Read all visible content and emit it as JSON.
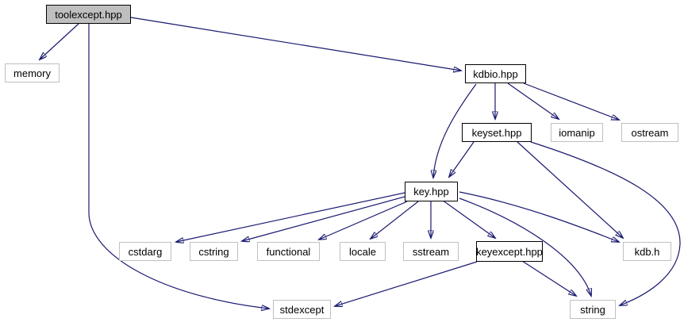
{
  "nodes": {
    "toolexcept": {
      "label": "toolexcept.hpp",
      "kind": "root"
    },
    "memory": {
      "label": "memory",
      "kind": "external"
    },
    "kdbio": {
      "label": "kdbio.hpp",
      "kind": "internal"
    },
    "keyset": {
      "label": "keyset.hpp",
      "kind": "internal"
    },
    "iomanip": {
      "label": "iomanip",
      "kind": "external"
    },
    "ostream": {
      "label": "ostream",
      "kind": "external"
    },
    "key": {
      "label": "key.hpp",
      "kind": "internal"
    },
    "cstdarg": {
      "label": "cstdarg",
      "kind": "external"
    },
    "cstring": {
      "label": "cstring",
      "kind": "external"
    },
    "functional": {
      "label": "functional",
      "kind": "external"
    },
    "locale": {
      "label": "locale",
      "kind": "external"
    },
    "sstream": {
      "label": "sstream",
      "kind": "external"
    },
    "keyexcept": {
      "label": "keyexcept.hpp",
      "kind": "internal"
    },
    "kdb_h": {
      "label": "kdb.h",
      "kind": "external"
    },
    "stdexcept": {
      "label": "stdexcept",
      "kind": "external"
    },
    "string": {
      "label": "string",
      "kind": "external"
    }
  },
  "edges": [
    {
      "from": "toolexcept",
      "to": "memory"
    },
    {
      "from": "toolexcept",
      "to": "kdbio"
    },
    {
      "from": "toolexcept",
      "to": "stdexcept"
    },
    {
      "from": "kdbio",
      "to": "keyset"
    },
    {
      "from": "kdbio",
      "to": "key"
    },
    {
      "from": "kdbio",
      "to": "iomanip"
    },
    {
      "from": "kdbio",
      "to": "ostream"
    },
    {
      "from": "keyset",
      "to": "key"
    },
    {
      "from": "keyset",
      "to": "kdb_h"
    },
    {
      "from": "keyset",
      "to": "string"
    },
    {
      "from": "key",
      "to": "cstdarg"
    },
    {
      "from": "key",
      "to": "cstring"
    },
    {
      "from": "key",
      "to": "functional"
    },
    {
      "from": "key",
      "to": "locale"
    },
    {
      "from": "key",
      "to": "sstream"
    },
    {
      "from": "key",
      "to": "keyexcept"
    },
    {
      "from": "key",
      "to": "kdb_h"
    },
    {
      "from": "key",
      "to": "string"
    },
    {
      "from": "keyexcept",
      "to": "stdexcept"
    },
    {
      "from": "keyexcept",
      "to": "string"
    }
  ],
  "colors": {
    "edge": "#191970",
    "root_fill": "#bfbfbf",
    "internal_border": "#000000",
    "external_border": "#c0c0c0",
    "text": "#000000",
    "background": "#ffffff"
  }
}
